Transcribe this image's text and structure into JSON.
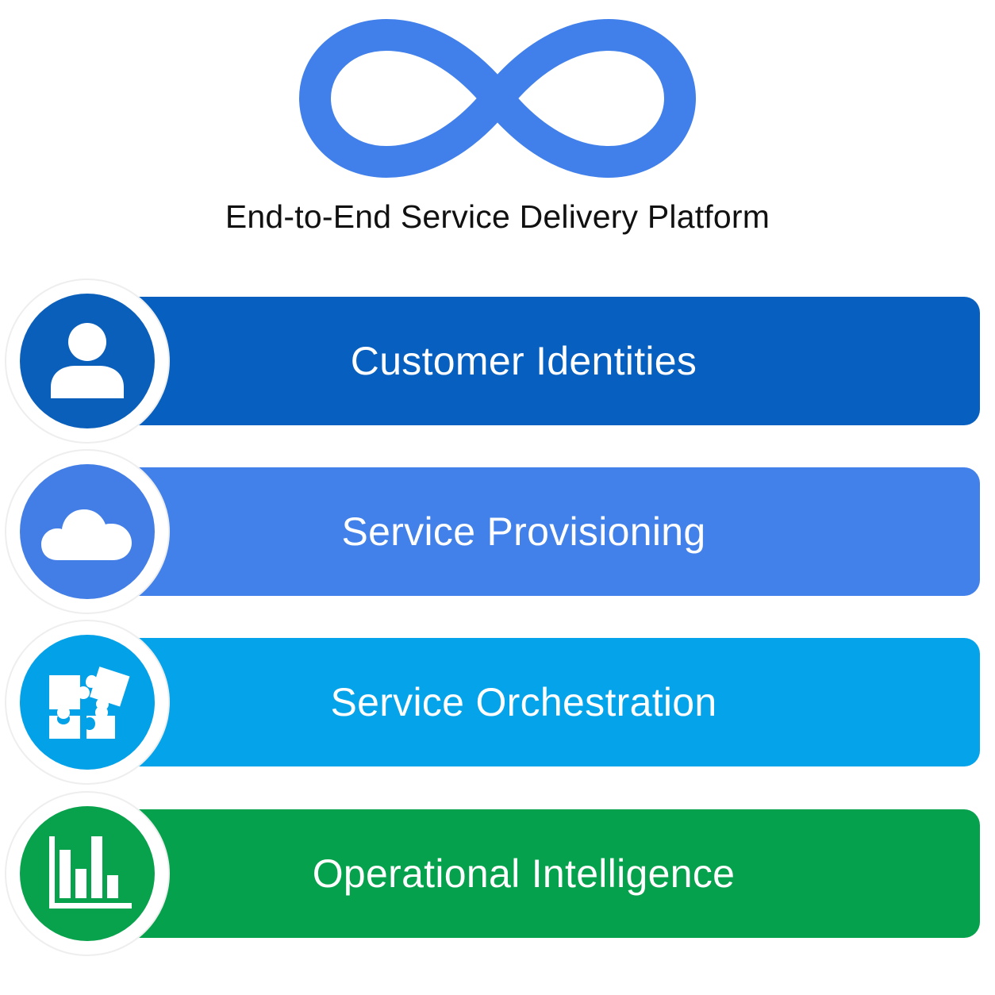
{
  "header": {
    "logo_icon": "infinity-icon",
    "title": "End-to-End Service Delivery Platform"
  },
  "layers": [
    {
      "label": "Customer Identities",
      "icon": "user-icon",
      "color": "#0760BF",
      "circle_color": "#0A5FBB"
    },
    {
      "label": "Service Provisioning",
      "icon": "cloud-icon",
      "color": "#4280EA",
      "circle_color": "#437EE6"
    },
    {
      "label": "Service Orchestration",
      "icon": "puzzle-icon",
      "color": "#04A3EA",
      "circle_color": "#03A1E8"
    },
    {
      "label": "Operational Intelligence",
      "icon": "bar-chart-icon",
      "color": "#05A14C",
      "circle_color": "#08A14C"
    }
  ],
  "accent": "#4180EA"
}
